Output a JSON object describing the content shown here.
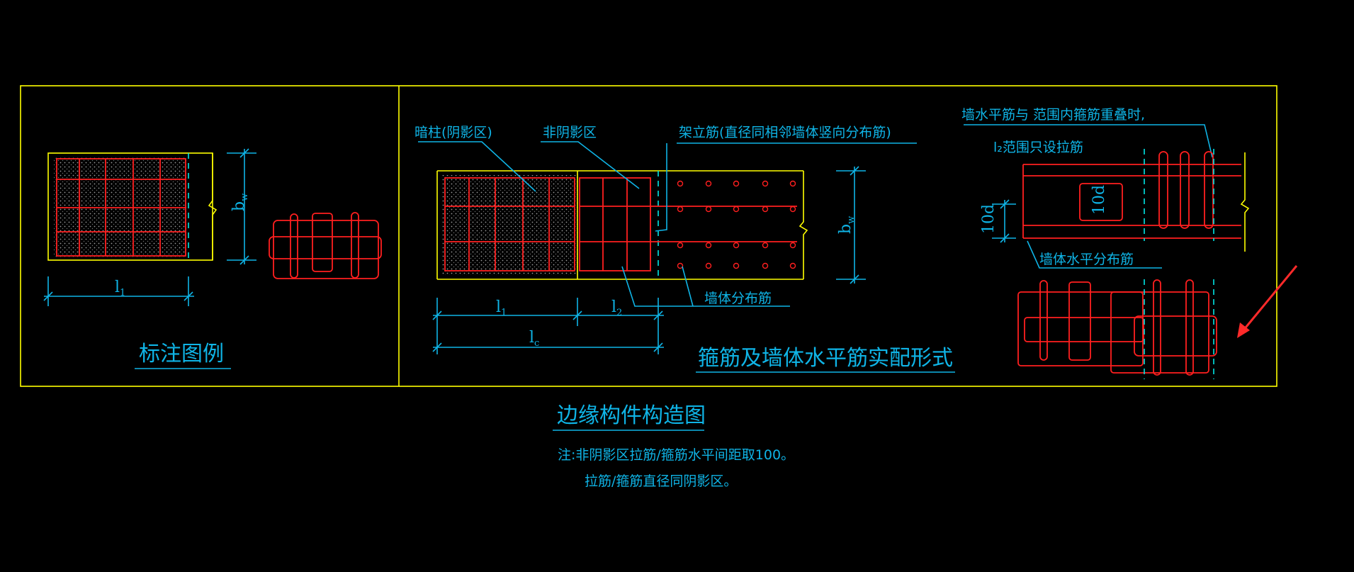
{
  "colors": {
    "background": "#000000",
    "frame": "#ffff00",
    "annotation": "#0fb4e6",
    "rebar": "#ff1f1f",
    "centerline": "#00e5e5",
    "arrow": "#ff2a2a"
  },
  "legend_panel": {
    "title": "标注图例",
    "dim_l1": "l",
    "dim_l1_sub": "1",
    "dim_bw": "b",
    "dim_bw_sub": "w"
  },
  "main_panel": {
    "label_hidden_column": "暗柱(阴影区)",
    "label_non_shadow": "非阴影区",
    "label_erection_bar": "架立筋(直径同相邻墙体竖向分布筋)",
    "label_wall_distribution": "墙体分布筋",
    "dim_l1": "l",
    "dim_l1_sub": "1",
    "dim_l2": "l",
    "dim_l2_sub": "2",
    "dim_lc": "l",
    "dim_lc_sub": "c",
    "dim_bw": "b",
    "dim_bw_sub": "w",
    "title": "箍筋及墙体水平筋实配形式"
  },
  "detail_panel": {
    "note_line1": "墙水平筋与  范围内箍筋重叠时,",
    "note_line2": "l₂范围只设拉筋",
    "dim_10d_vertical": "10d",
    "dim_10d_horizontal": "10d",
    "label_wall_horizontal": "墙体水平分布筋"
  },
  "footer": {
    "title": "边缘构件构造图",
    "note_line1": "注:非阴影区拉筋/箍筋水平间距取100。",
    "note_line2": "拉筋/箍筋直径同阴影区。"
  },
  "icons": {
    "annotation_arrow": "red-arrow-icon",
    "break_mark": "break-line-icon"
  }
}
